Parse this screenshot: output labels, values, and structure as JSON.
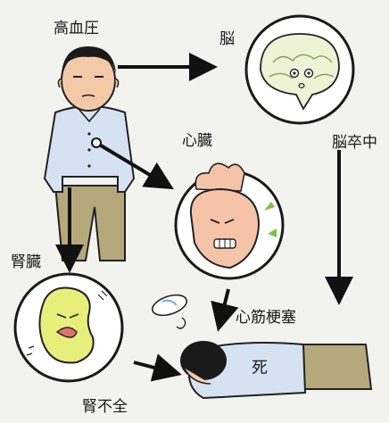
{
  "labels": {
    "hypertension": "高血圧",
    "brain": "脳",
    "stroke": "脳卒中",
    "heart": "心臓",
    "kidney": "腎臓",
    "infarction": "心筋梗塞",
    "renal_failure": "腎不全",
    "death": "死"
  },
  "colors": {
    "background": "#f2f2ef",
    "skin": "#f4c9a8",
    "shirt": "#d6e2f2",
    "pants": "#b5a87a",
    "brain_fill": "#eef3d6",
    "heart_fill": "#f5c4a8",
    "kidney_fill": "#e7ef7a",
    "leaf_green": "#7cc04a",
    "circle_border": "#1a1a1a",
    "hair": "#1a1a1a"
  }
}
